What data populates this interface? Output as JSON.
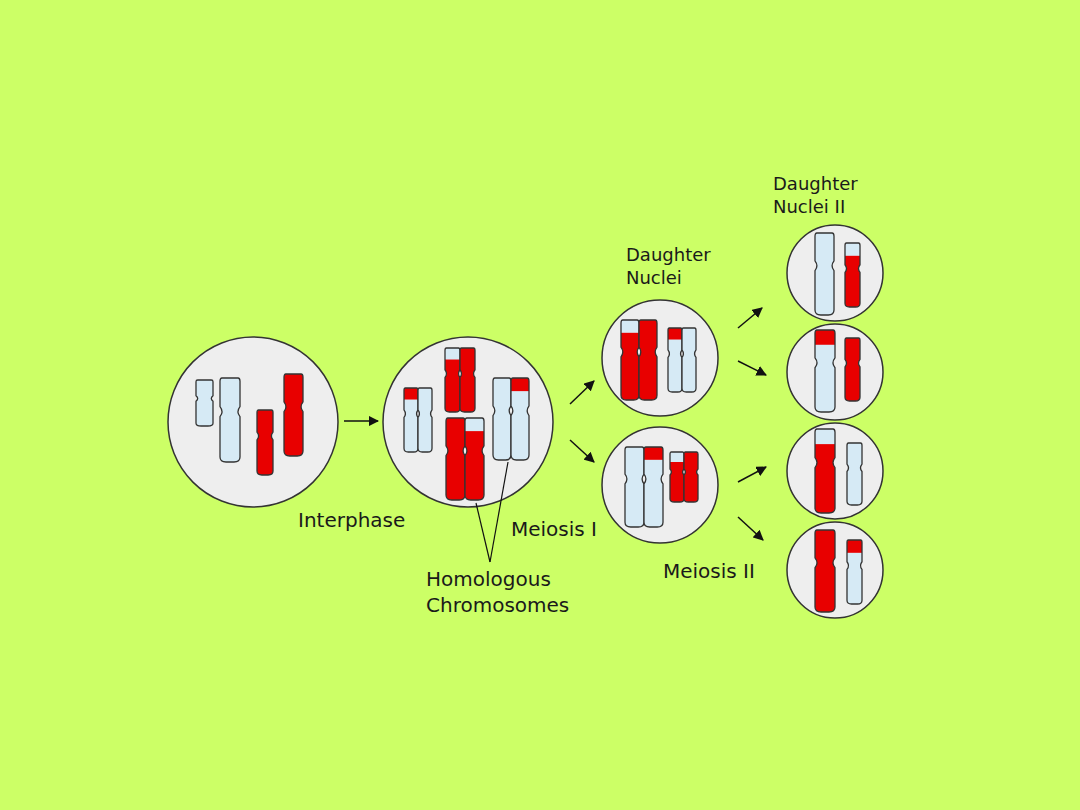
{
  "diagram": {
    "labels": [
      "Daughter Nuclei II",
      "Daughter Nuclei",
      "Interphase",
      "Meiosis I",
      "Homologous Chromosomes",
      "Meiosis II"
    ]
  }
}
